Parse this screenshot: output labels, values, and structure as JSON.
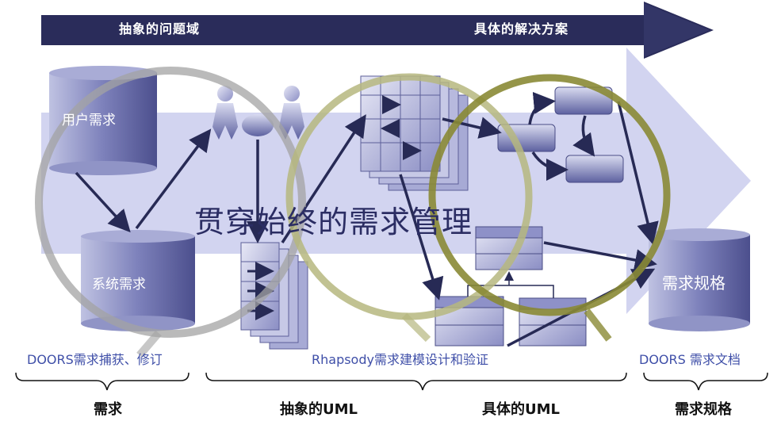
{
  "timeline": {
    "left_label": "抽象的问题域",
    "right_label": "具体的解决方案"
  },
  "center_title": "贯穿始终的需求管理",
  "documents": {
    "user_requirements": "用户需求",
    "system_requirements": "系统需求",
    "requirements_spec": "需求规格"
  },
  "tools": [
    "DOORS需求捕获、修订",
    "Rhapsody需求建模设计和验证",
    "DOORS 需求文档"
  ],
  "categories": [
    "需求",
    "抽象的UML",
    "具体的UML",
    "需求规格"
  ],
  "colors": {
    "band_dark": "#2a2c5a",
    "big_arrow": "#c7c9ec",
    "doc_blue": "#6d71ad",
    "circle_gray": "#a3a3a3",
    "circle_olive_light": "#b6b77f",
    "circle_olive_dark": "#8a8a35",
    "tool_text": "#3f4fa8"
  }
}
